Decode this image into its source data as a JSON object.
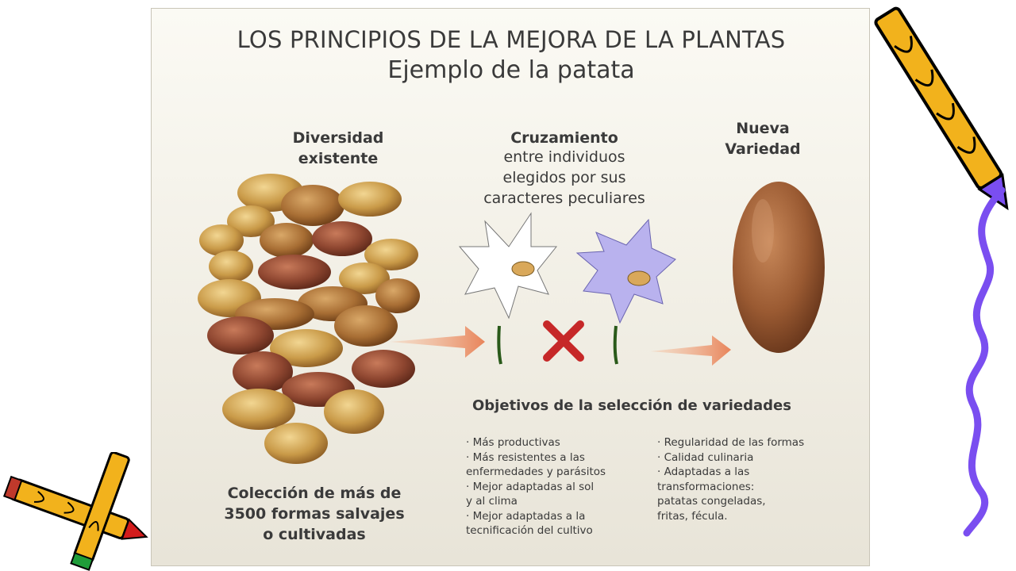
{
  "title": {
    "line1": "LOS PRINCIPIOS DE LA MEJORA DE LA PLANTAS",
    "line2": "Ejemplo de la patata"
  },
  "diversity": {
    "heading_line1": "Diversidad",
    "heading_line2": "existente"
  },
  "cross": {
    "heading": "Cruzamiento",
    "sub_line1": "entre individuos",
    "sub_line2": "elegidos por sus",
    "sub_line3": "caracteres peculiares"
  },
  "new_variety": {
    "heading_line1": "Nueva",
    "heading_line2": "Variedad"
  },
  "collection": {
    "line1": "Colección de más de",
    "line2": "3500 formas salvajes",
    "line3": "o cultivadas"
  },
  "objectives": {
    "title": "Objetivos de la selección de variedades",
    "left": [
      "· Más productivas",
      "· Más resistentes a las",
      "enfermedades y parásitos",
      "· Mejor adaptadas al sol",
      "y al clima",
      "· Mejor adaptadas a la",
      "tecnificación del cultivo"
    ],
    "right": [
      "· Regularidad de las formas",
      "· Calidad culinaria",
      "· Adaptadas a las",
      "transformaciones:",
      "patatas congeladas,",
      "fritas, fécula."
    ]
  },
  "colors": {
    "arrow": "#e8845a",
    "cross_mark": "#c62828",
    "flower_purple": "#b9b2ee",
    "deco_purple": "#7a4ef0",
    "pencil_yellow": "#f2b21c"
  }
}
